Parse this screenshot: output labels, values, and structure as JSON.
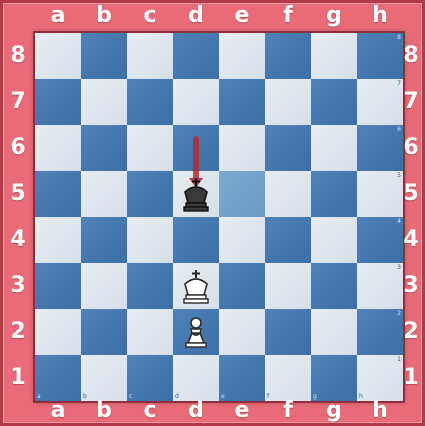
{
  "board": {
    "files": [
      "a",
      "b",
      "c",
      "d",
      "e",
      "f",
      "g",
      "h"
    ],
    "ranks": [
      "8",
      "7",
      "6",
      "5",
      "4",
      "3",
      "2",
      "1"
    ],
    "highlight_square": "e5",
    "colors": {
      "frame": "#e96b78",
      "light_square": "#e1e7ee",
      "dark_square": "#4677b0",
      "arrow": "#b42c32"
    }
  },
  "pieces": [
    {
      "square": "d5",
      "color": "black",
      "type": "king",
      "icon": "black-king-icon"
    },
    {
      "square": "d3",
      "color": "white",
      "type": "king",
      "icon": "white-king-icon"
    },
    {
      "square": "d2",
      "color": "white",
      "type": "pawn",
      "icon": "white-pawn-icon"
    }
  ],
  "arrows": [
    {
      "from": "d6",
      "to": "d5"
    }
  ]
}
